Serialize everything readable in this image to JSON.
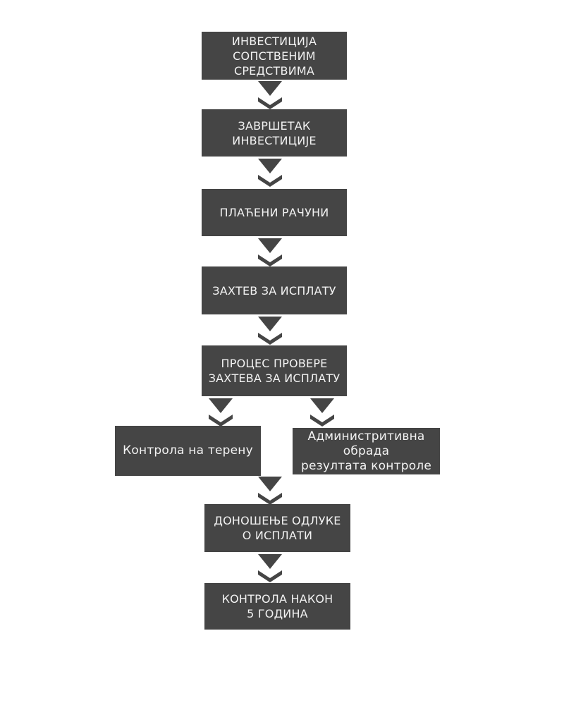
{
  "flowchart": {
    "colors": {
      "box": "#454545",
      "arrow": "#454545",
      "text": "#f2f2f2",
      "background": "#ffffff"
    },
    "nodes": {
      "investment": {
        "text": "ИНВЕСТИЦИЈА\nСОПСТВЕНИМ\nСРЕДСТВИМА"
      },
      "completion": {
        "text": "ЗАВРШЕТАК\nИНВЕСТИЦИЈЕ"
      },
      "paid_invoices": {
        "text": "ПЛАЋЕНИ РАЧУНИ"
      },
      "payment_request": {
        "text": "ЗАХТЕВ ЗА ИСПЛАТУ"
      },
      "verification_process": {
        "text": "ПРОЦЕС ПРОВЕРЕ\nЗАХТЕВА ЗА ИСПЛАТУ"
      },
      "field_control": {
        "text": "Контрола на терену"
      },
      "admin_processing": {
        "text": "Администритивна\nобрада\nрезултата контроле"
      },
      "payment_decision": {
        "text": "ДОНОШЕЊЕ ОДЛУКЕ\nО ИСПЛАТИ"
      },
      "control_after_5_years": {
        "text": "КОНТРОЛА НАКОН\n5 ГОДИНА"
      }
    }
  }
}
